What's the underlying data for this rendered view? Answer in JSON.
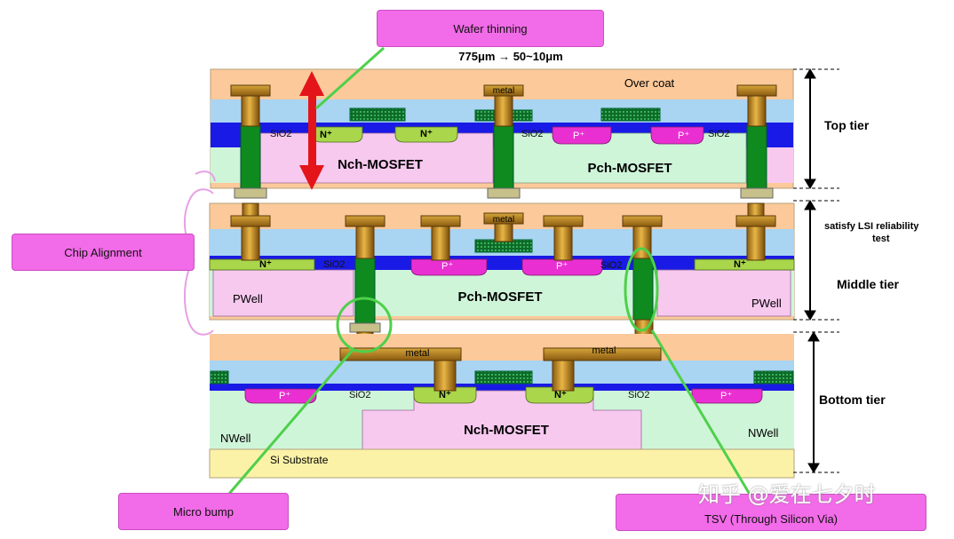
{
  "callouts": {
    "wafer_thinning": "Wafer thinning",
    "thickness": "775μm → 50~10μm",
    "chip_alignment": "Chip Alignment",
    "micro_bump": "Micro bump",
    "tsv": "TSV (Through Silicon Via)"
  },
  "tiers": {
    "top": "Top tier",
    "middle": "Middle tier",
    "bottom": "Bottom tier",
    "reliability": "satisfy LSI reliability test"
  },
  "labels": {
    "over_coat": "Over coat",
    "metal": "metal",
    "sio2": "SiO2",
    "n_plus": "N⁺",
    "p_plus": "P⁺",
    "nch": "Nch-MOSFET",
    "pch": "Pch-MOSFET",
    "pwell": "PWell",
    "nwell": "NWell",
    "si_substrate": "Si Substrate"
  },
  "watermark": "知乎 @爱在七夕时",
  "colors": {
    "over_coat": "#fcc99a",
    "oxide_light": "#a9d4f2",
    "sio2_blue": "#1a1ae6",
    "well_green": "#cff5d9",
    "pch_pink": "#f7c9ef",
    "substrate": "#fbf2a8",
    "p_plus": "#ea2fd2",
    "n_plus": "#a9d64b",
    "tsv": "#0f8a1e",
    "metal": "#c9911e",
    "callout": "#f26be8",
    "highlight": "#4ed04a",
    "arrow": "#e3151a"
  }
}
